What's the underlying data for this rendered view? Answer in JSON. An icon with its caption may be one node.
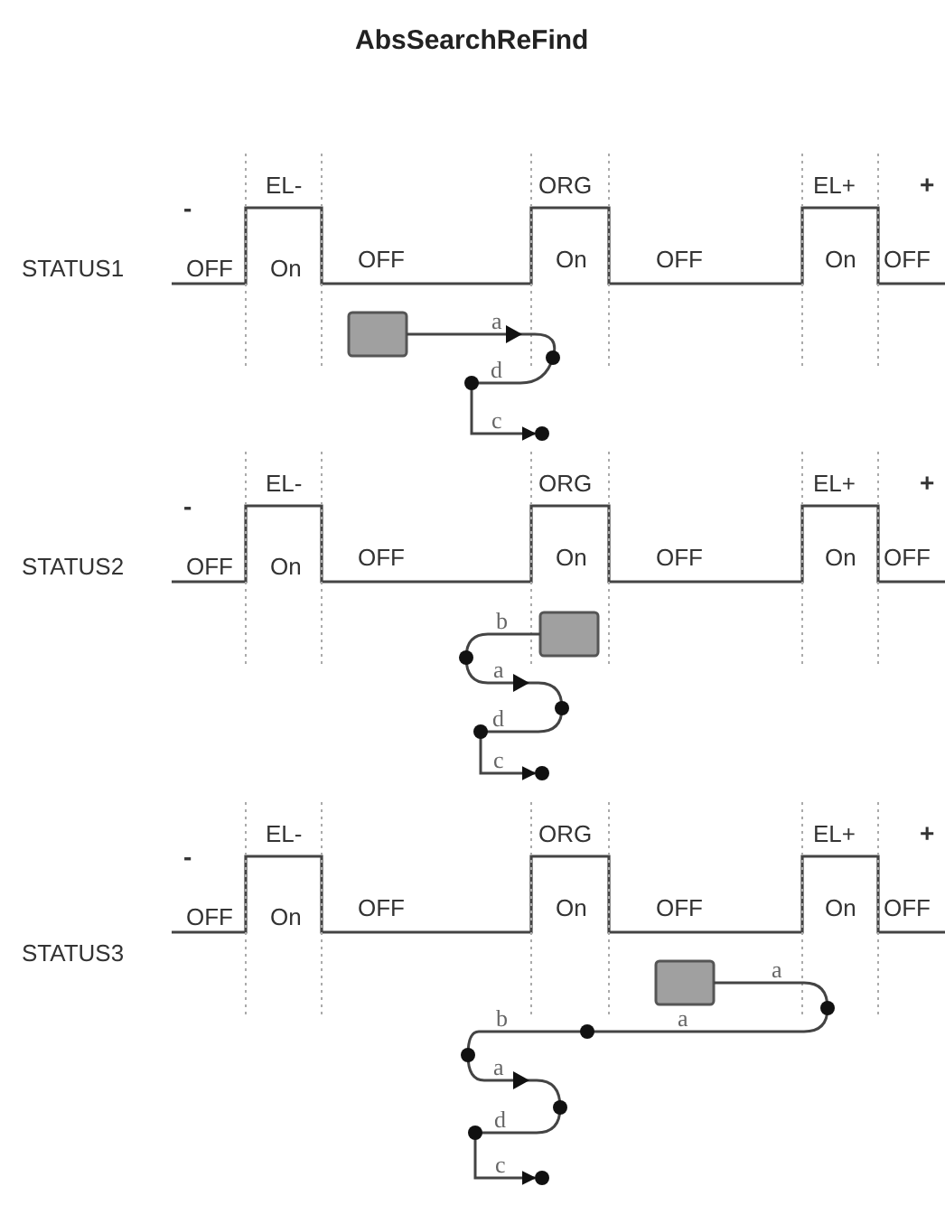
{
  "diagram": {
    "title": "AbsSearchReFind",
    "nodes": [
      {
        "text": [],
        "shape": "box"
      },
      {
        "text": [],
        "shape": "circle"
      },
      {
        "text": [],
        "shape": "box"
      },
      {
        "text": [],
        "shape": "circle"
      },
      {
        "text": [],
        "shape": "box"
      },
      {
        "text": [],
        "shape": "circle"
      }
    ],
    "edges": [
      {
        "from": 0,
        "to": 1,
        "arrow": "to"
      },
      {
        "from": 2,
        "to": 3,
        "arrow": "to"
      },
      {
        "from": 4,
        "to": 5,
        "arrow": "to"
      }
    ],
    "labels": [
      "EL-",
      "ORG",
      "EL+",
      "+",
      "-",
      "STATUS1",
      "OFF",
      "On",
      "OFF",
      "On",
      "OFF",
      "On",
      "OFF",
      "a",
      "d",
      "c",
      "EL-",
      "ORG",
      "EL+",
      "+",
      "-",
      "STATUS2",
      "OFF",
      "On",
      "OFF",
      "On",
      "OFF",
      "On",
      "OFF",
      "b",
      "a",
      "d",
      "c",
      "EL-",
      "ORG",
      "EL+",
      "+",
      "-",
      "STATUS3",
      "OFF",
      "On",
      "OFF",
      "On",
      "OFF",
      "On",
      "OFF",
      "a",
      "b",
      "a",
      "a",
      "d",
      "c"
    ]
  }
}
